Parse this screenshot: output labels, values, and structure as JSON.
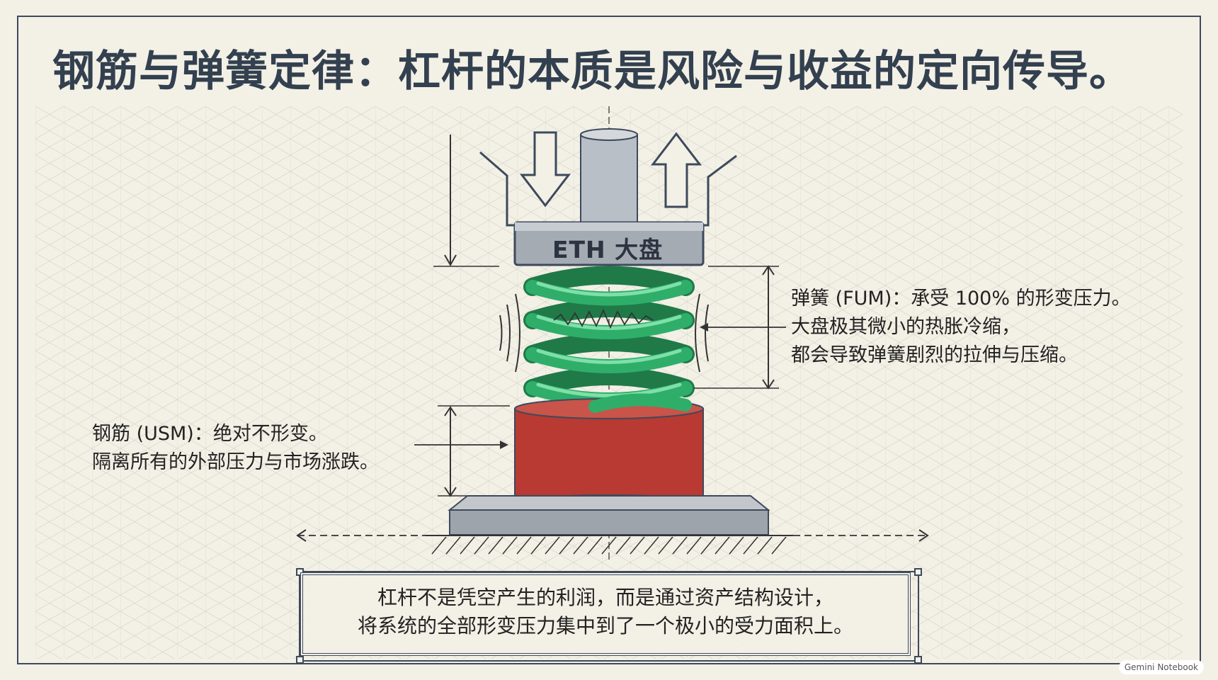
{
  "title": "钢筋与弹簧定律：杠杆的本质是风险与收益的定向传导。",
  "diagram": {
    "cap_label": "ETH 大盘",
    "spring_callout": [
      "弹簧 (FUM)：承受 100% 的形变压力。",
      "大盘极其微小的热胀冷缩，",
      "都会导致弹簧剧烈的拉伸与压缩。"
    ],
    "steel_callout": [
      "钢筋 (USM)：绝对不形变。",
      "隔离所有的外部压力与市场涨跌。"
    ],
    "conclusion": [
      "杠杆不是凭空产生的利润，而是通过资产结构设计，",
      "将系统的全部形变压力集中到了一个极小的受力面积上。"
    ],
    "colors": {
      "spring": "#2fae6a",
      "steel_block": "#b83a32",
      "cap": "#9aa2ab",
      "frame": "#3d4a5c"
    }
  },
  "badge": "Gemini Notebook"
}
